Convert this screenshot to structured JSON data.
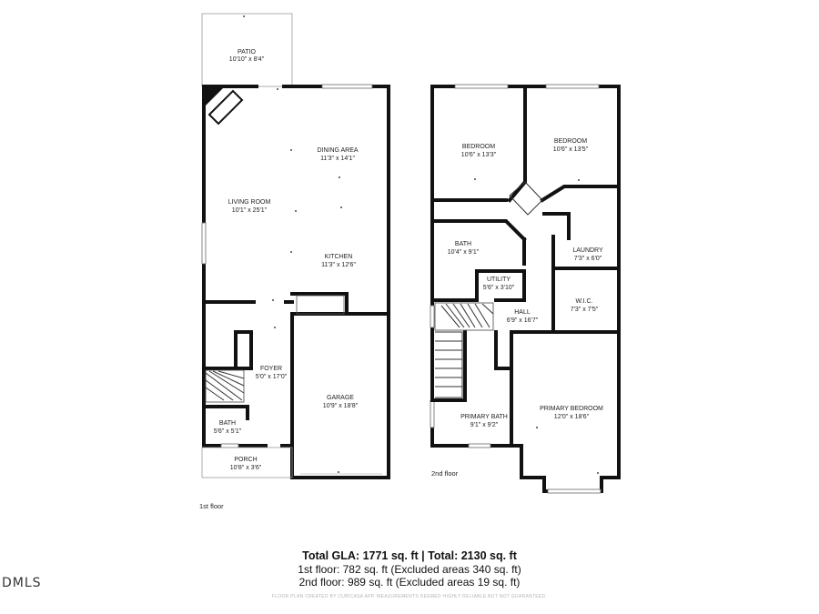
{
  "first_floor": {
    "floor_label": "1st floor",
    "rooms": [
      {
        "id": "patio",
        "name": "PATIO",
        "dims": "10'10\" x 8'4\""
      },
      {
        "id": "dining",
        "name": "DINING AREA",
        "dims": "11'3\" x 14'1\""
      },
      {
        "id": "living",
        "name": "LIVING ROOM",
        "dims": "10'1\" x 25'1\""
      },
      {
        "id": "kitchen",
        "name": "KITCHEN",
        "dims": "11'3\" x 12'6\""
      },
      {
        "id": "foyer",
        "name": "FOYER",
        "dims": "5'0\" x 17'0\""
      },
      {
        "id": "garage",
        "name": "GARAGE",
        "dims": "10'9\" x 18'8\""
      },
      {
        "id": "bath1",
        "name": "BATH",
        "dims": "5'6\" x 5'1\""
      },
      {
        "id": "porch",
        "name": "PORCH",
        "dims": "10'8\" x 3'6\""
      }
    ]
  },
  "second_floor": {
    "floor_label": "2nd floor",
    "rooms": [
      {
        "id": "bedroom1",
        "name": "BEDROOM",
        "dims": "10'6\" x 13'3\""
      },
      {
        "id": "bedroom2",
        "name": "BEDROOM",
        "dims": "10'6\" x 13'5\""
      },
      {
        "id": "bath2",
        "name": "BATH",
        "dims": "10'4\" x 9'1\""
      },
      {
        "id": "laundry",
        "name": "LAUNDRY",
        "dims": "7'3\" x 6'0\""
      },
      {
        "id": "utility",
        "name": "UTILITY",
        "dims": "5'6\" x 3'10\""
      },
      {
        "id": "wic",
        "name": "W.I.C.",
        "dims": "7'3\" x 7'5\""
      },
      {
        "id": "hall",
        "name": "HALL",
        "dims": "6'9\" x 16'7\""
      },
      {
        "id": "primary_bath",
        "name": "PRIMARY BATH",
        "dims": "9'1\" x 9'2\""
      },
      {
        "id": "primary_bedroom",
        "name": "PRIMARY BEDROOM",
        "dims": "12'0\" x 18'6\""
      }
    ]
  },
  "summary": {
    "title": "Total GLA: 1771 sq. ft | Total: 2130 sq. ft",
    "floor1": "1st floor: 782 sq. ft (Excluded areas 340 sq. ft)",
    "floor2": "2nd floor: 989 sq. ft (Excluded areas 19 sq. ft)",
    "disclaimer": "FLOOR PLAN CREATED BY CUBICASA APP. MEASUREMENTS DEEMED HIGHLY RELIABLE BUT NOT GUARANTEED."
  },
  "logo_text": "DMLS"
}
